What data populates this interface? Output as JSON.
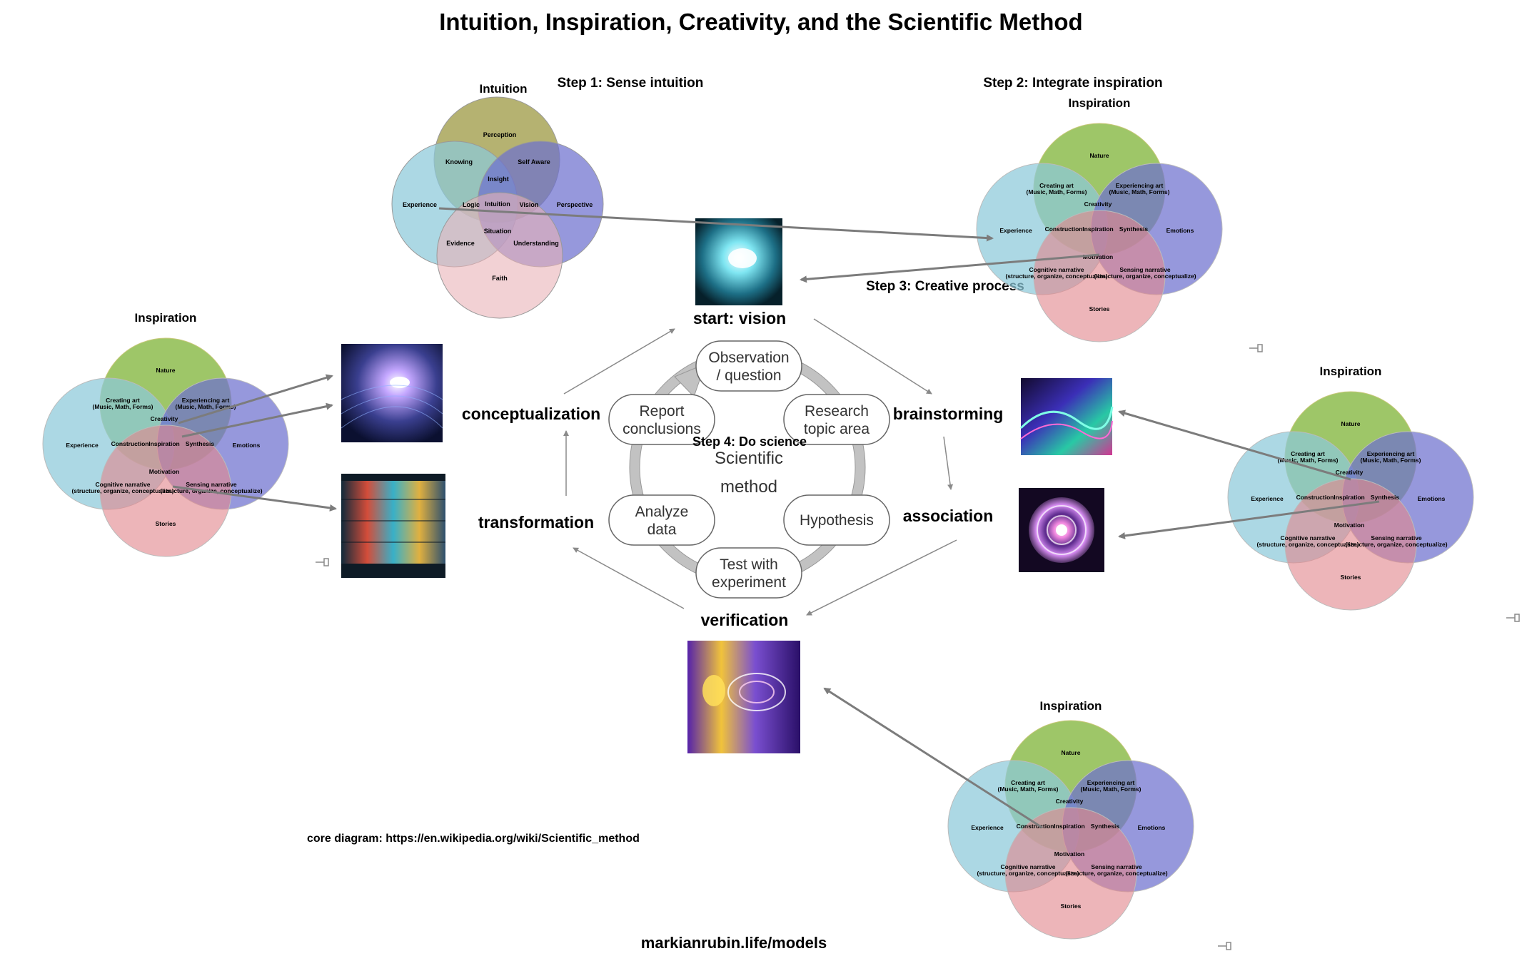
{
  "title": "Intuition, Inspiration, Creativity, and the Scientific Method",
  "steps": {
    "step1": "Step 1: Sense intuition",
    "step2": "Step 2: Integrate inspiration",
    "step3": "Step 3: Creative process",
    "step4": "Step 4: Do science"
  },
  "intuition_venn": {
    "title": "Intuition",
    "labels": [
      "Perception",
      "Knowing",
      "Self Aware",
      "Insight",
      "Experience",
      "Logic",
      "Intuition",
      "Vision",
      "Perspective",
      "Situation",
      "Evidence",
      "Understanding",
      "Faith"
    ]
  },
  "inspiration_venn": {
    "title": "Inspiration",
    "labels": [
      "Nature",
      "Creating art",
      "(Music, Math, Forms)",
      "Experiencing art",
      "(Music, Math, Forms)",
      "Creativity",
      "Experience",
      "Construction",
      "Inspiration",
      "Synthesis",
      "Emotions",
      "Motivation",
      "Cognitive narrative",
      "(structure, organize, conceptualize)",
      "Sensing narrative",
      "(structure, organize, conceptualize)",
      "Stories"
    ]
  },
  "creative_process": {
    "start": "start: vision",
    "brainstorming": "brainstorming",
    "association": "association",
    "verification": "verification",
    "transformation": "transformation",
    "conceptualization": "conceptualization"
  },
  "scientific_method": {
    "center_line1": "Scientific",
    "center_line2": "method",
    "nodes": [
      [
        "Observation",
        "/ question"
      ],
      [
        "Research",
        "topic area"
      ],
      [
        "Hypothesis"
      ],
      [
        "Test with",
        "experiment"
      ],
      [
        "Analyze",
        "data"
      ],
      [
        "Report",
        "conclusions"
      ]
    ]
  },
  "credit": "core diagram: https://en.wikipedia.org/wiki/Scientific_method",
  "footer": "markianrubin.life/models",
  "colors": {
    "cyan": "#8cc9d9",
    "olive": "#a8a558",
    "blue": "#6e70cf",
    "pink": "#eab2b8",
    "green": "#8dbc4e",
    "red": "#e2878e",
    "arrow": "#7c7c7c",
    "cycle": "#c2c2c2"
  }
}
